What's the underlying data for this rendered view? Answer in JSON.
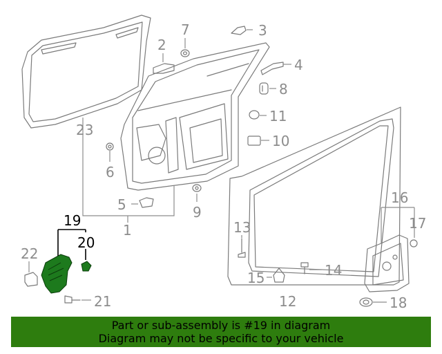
{
  "callouts": {
    "c1": "1",
    "c2": "2",
    "c3": "3",
    "c4": "4",
    "c5": "5",
    "c6": "6",
    "c7": "7",
    "c8": "8",
    "c9": "9",
    "c10": "10",
    "c11": "11",
    "c12": "12",
    "c13": "13",
    "c14": "14",
    "c15": "15",
    "c16": "16",
    "c17": "17",
    "c18": "18",
    "c19": "19",
    "c20": "20",
    "c21": "21",
    "c22": "22",
    "c23": "23"
  },
  "highlight": {
    "part": "19",
    "color": "#1d7a1d"
  },
  "banner": {
    "line1": "Part or sub-assembly is #19 in diagram",
    "line2": "Diagram may not be specific to your vehicle",
    "background": "#2e7d0e"
  }
}
